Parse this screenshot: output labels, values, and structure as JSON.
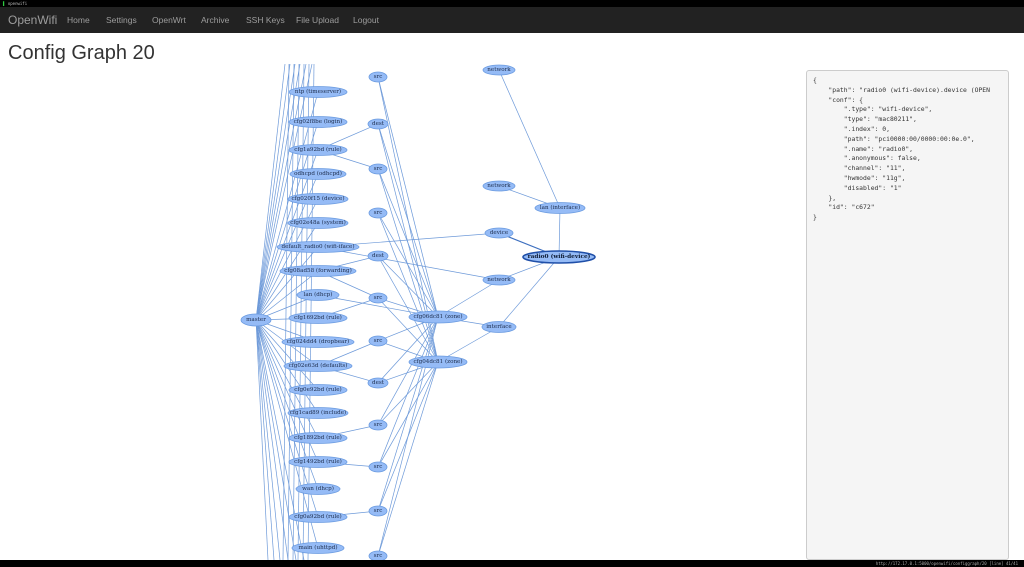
{
  "terminal_top": "openwifi",
  "terminal_bottom": "http://172.17.0.1:5000/openwifi/configgraph/20 [line] 41/41",
  "navbar": {
    "brand": "OpenWifi",
    "items": [
      "Home",
      "Settings",
      "OpenWrt",
      "Archive",
      "SSH Keys",
      "File Upload",
      "Logout"
    ]
  },
  "page_title": "Config Graph 20",
  "graph": {
    "nodes": {
      "master": "master",
      "ntp": "ntp (timeserver)",
      "login": "cfg02f8be (login)",
      "rule1": "cfg1a92bd (rule)",
      "odhcpd": "odhcpd (odhcpd)",
      "device": "cfg020f15 (device)",
      "system": "cfg02e48a (system)",
      "wifiiface": "default_radio0 (wifi-iface)",
      "forwarding": "cfg08ad58 (forwarding)",
      "lan_dhcp": "lan (dhcp)",
      "rule2": "cfg1692bd (rule)",
      "dropbear": "cfg024dd4 (dropbear)",
      "defaults": "cfg02e63d (defaults)",
      "rule3": "cfg0e92bd (rule)",
      "include": "cfg1cad89 (include)",
      "rule4": "cfg1892bd (rule)",
      "rule5": "cfg1492bd (rule)",
      "wan_dhcp": "wan (dhcp)",
      "rule6": "cfg0a92bd (rule)",
      "uhttpd": "main (uhttpd)",
      "src1": "src",
      "dest1": "dest",
      "src2": "src",
      "src3": "src",
      "dest2": "dest",
      "src4": "src",
      "src5": "src",
      "dest3": "dest",
      "src6": "src",
      "src7": "src",
      "src8": "src",
      "src9": "src",
      "zone1": "cfg06dc81 (zone)",
      "zone2": "cfg04dc81 (zone)",
      "network_top": "network",
      "network1": "network",
      "lan_iface": "lan (interface)",
      "device_edge": "device",
      "radio0": "radio0 (wifi-device)",
      "network2": "network",
      "interface": "interface"
    },
    "selected": "radio0"
  },
  "json_panel": {
    "lines": [
      "{",
      "    \"path\": \"radio0 (wifi-device).device (OPEN",
      "    \"conf\": {",
      "        \".type\": \"wifi-device\",",
      "        \"type\": \"mac80211\",",
      "        \".index\": 0,",
      "        \"path\": \"pci0000:00/0000:00:0e.0\",",
      "        \".name\": \"radio0\",",
      "        \".anonymous\": false,",
      "        \"channel\": \"11\",",
      "        \"hwmode\": \"11g\",",
      "        \"disabled\": \"1\"",
      "    },",
      "    \"id\": \"c672\"",
      "}"
    ]
  },
  "colors": {
    "navbar_bg": "#222222",
    "navbar_text": "#9d9d9d",
    "node_fill": "#95bbf6",
    "edge": "#6e9ad9"
  }
}
